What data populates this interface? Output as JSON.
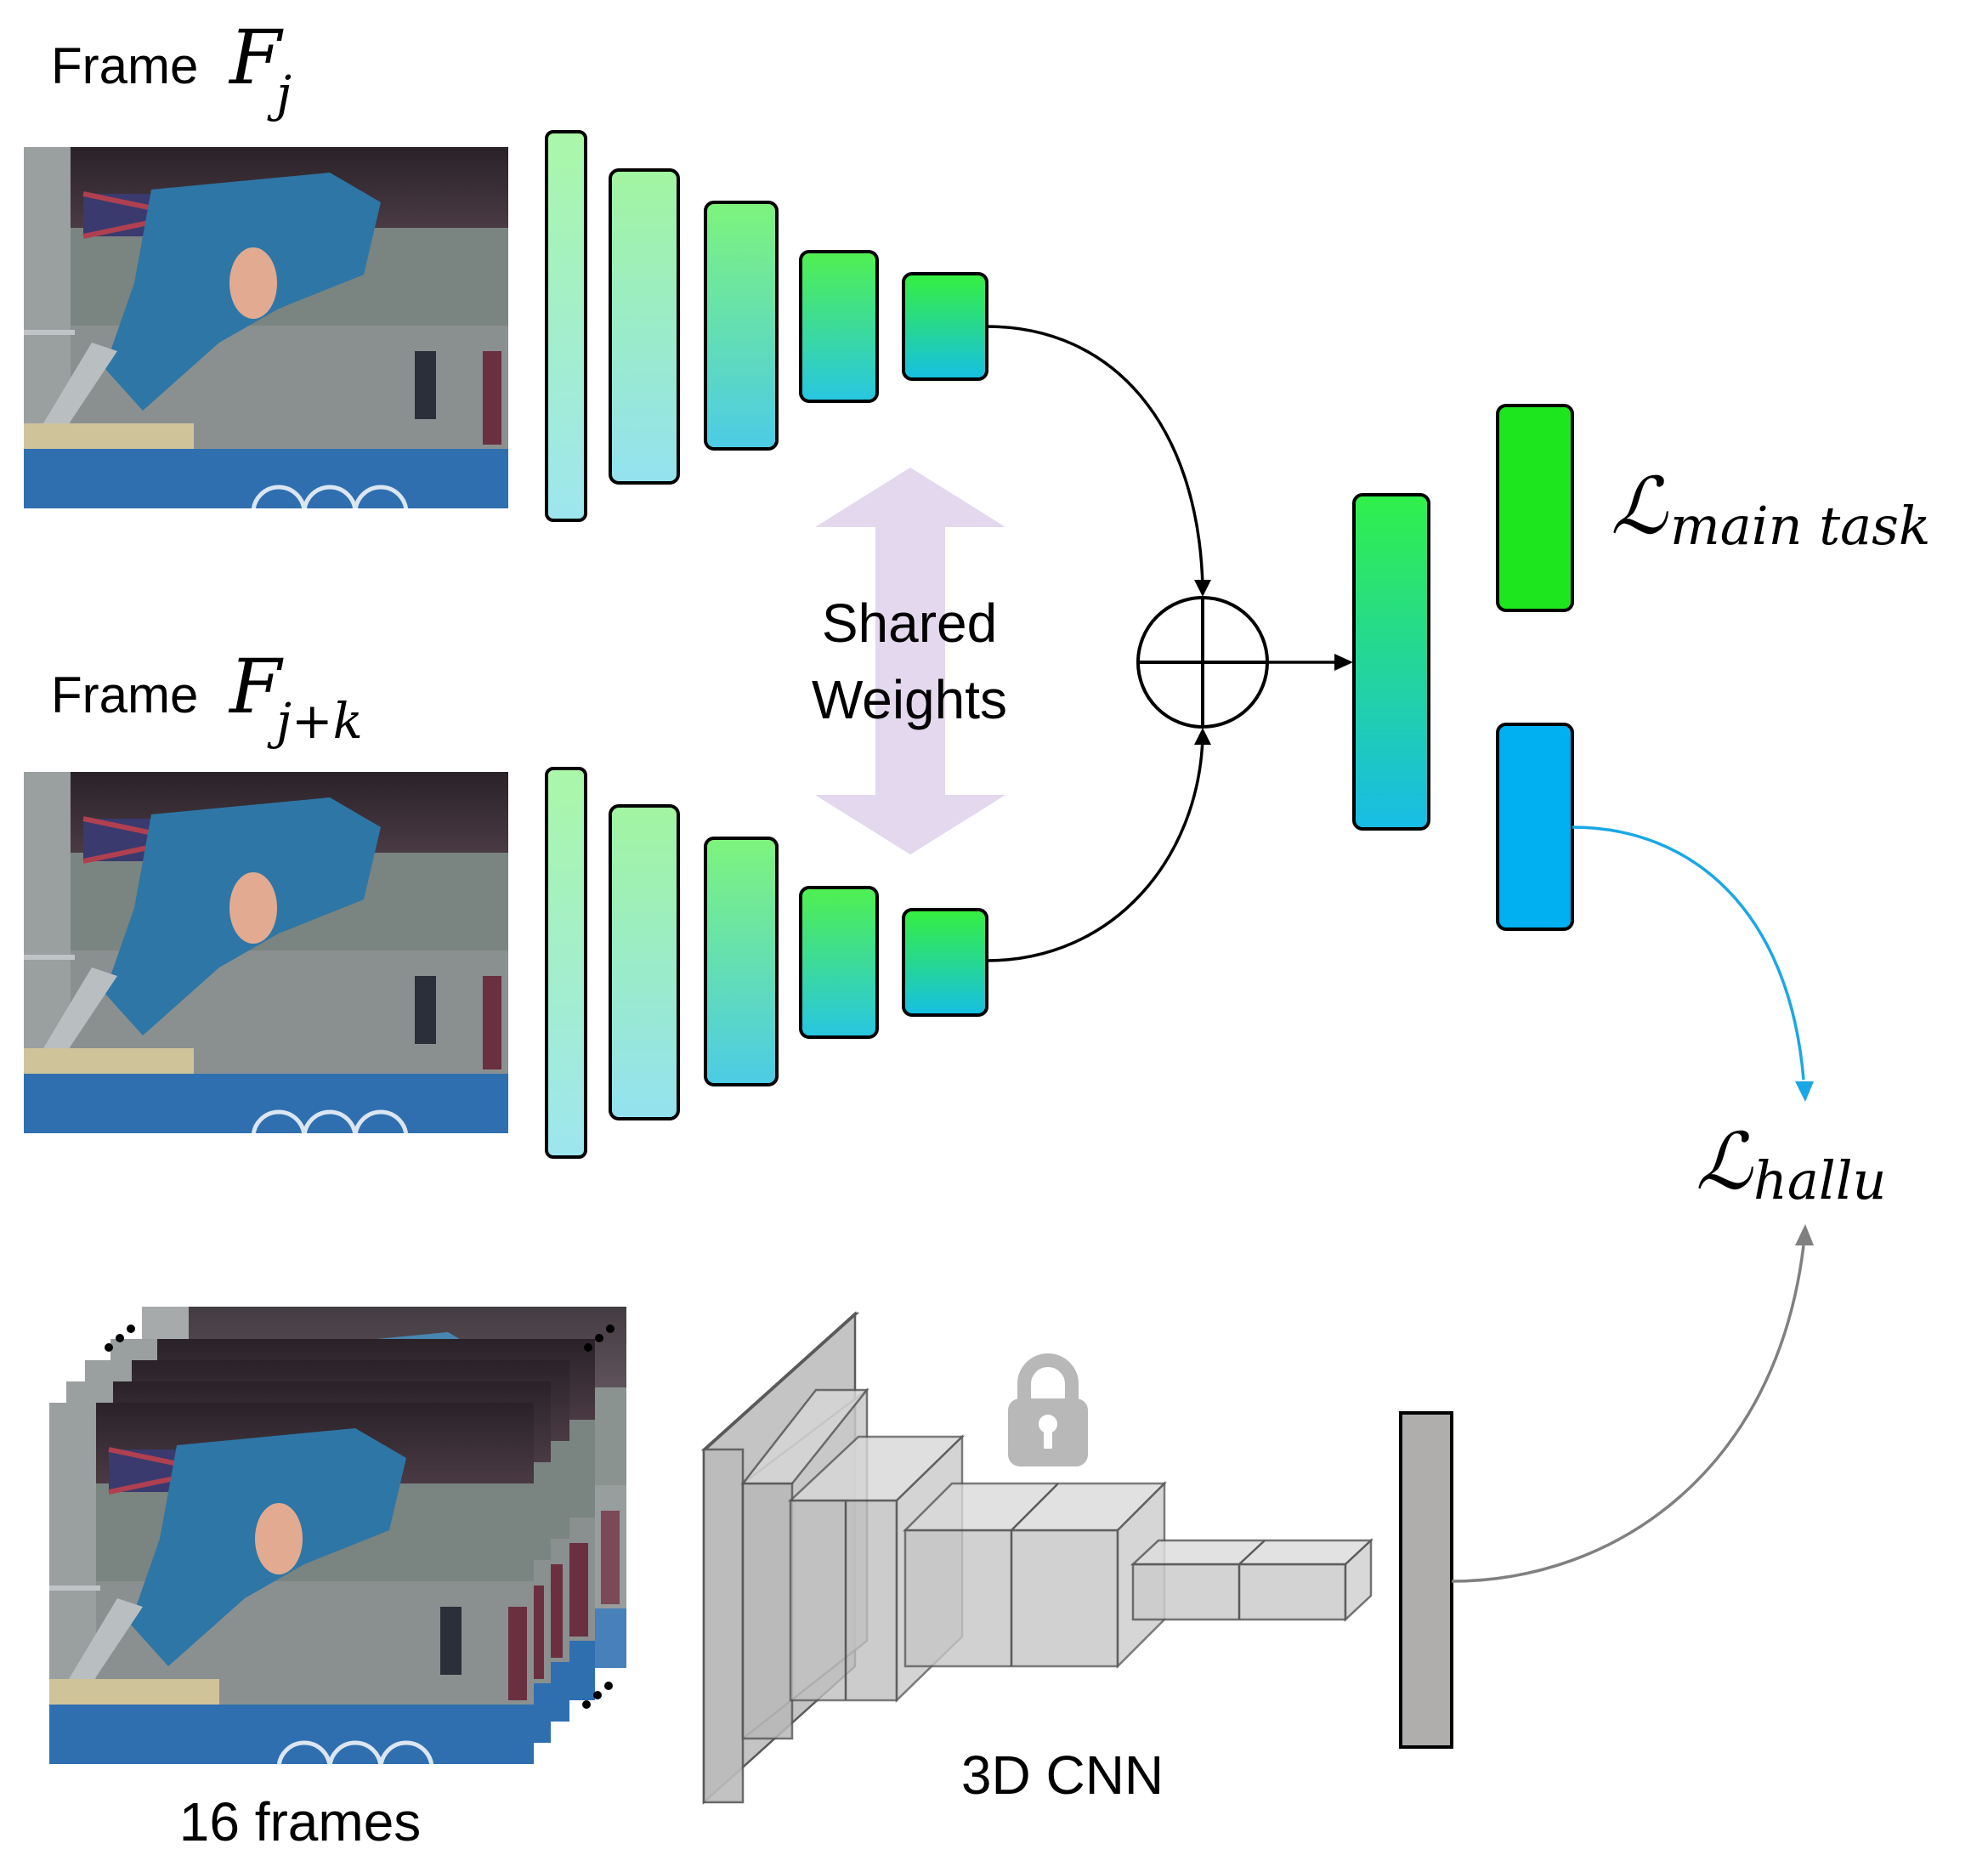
{
  "frame_top": {
    "prefix": "Frame",
    "symbol": "F",
    "subscript": "j"
  },
  "frame_bottom": {
    "prefix": "Frame",
    "symbol": "F",
    "subscript": "j+k"
  },
  "shared_weights": {
    "line1": "Shared",
    "line2": "Weights"
  },
  "loss_main": {
    "symbol": "ℒ",
    "subscript": "main task"
  },
  "loss_hallu": {
    "symbol": "ℒ",
    "subscript": "hallu"
  },
  "cnn3d_label": "3D CNN",
  "frames_stack_label": "16 frames",
  "icons": {
    "lock": "lock-icon",
    "sum": "circled-plus-icon"
  },
  "colors": {
    "encoder_top": "#aaf5a8",
    "encoder_bottom": "#8fe6ee",
    "deep_green": "#3cf050",
    "deep_cyan": "#1ec8e6",
    "main_task_head": "#1ee61e",
    "hallu_head": "#00b0f0",
    "hallu_arrow": "#1aa7e6",
    "shared_arrow": "#e3d8ee",
    "cnn_grey": "#b4b4b4",
    "gray_arrow": "#7f7f7f"
  }
}
